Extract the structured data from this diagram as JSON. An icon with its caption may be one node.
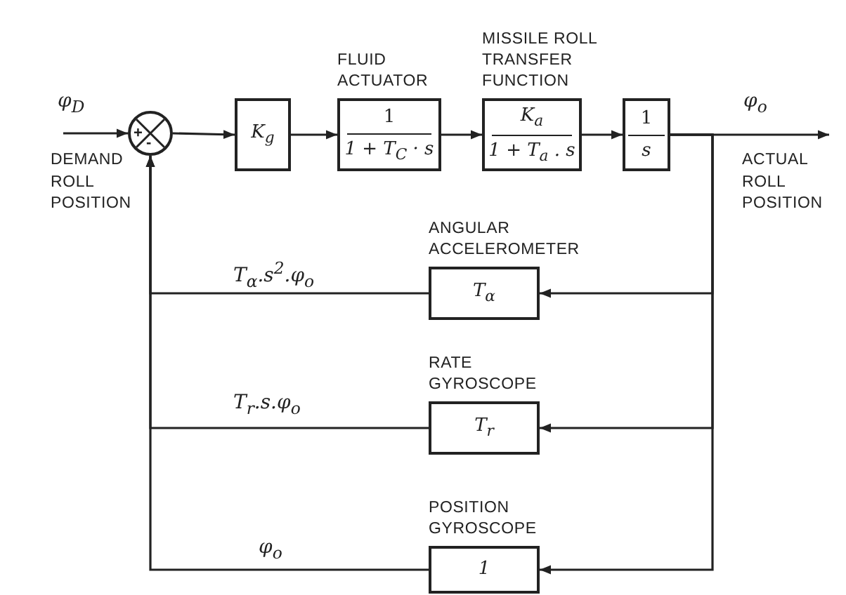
{
  "diagram": {
    "nodes": [
      {
        "text": [
          "+",
          "-"
        ]
      },
      {
        "text": [
          "K$_{g}$"
        ]
      },
      {
        "text": [
          "FLUID ACTUATOR",
          "1",
          "1 + T$_{C}$ · s"
        ]
      },
      {
        "text": [
          "MISSILE ROLL TRANSFER FUNCTION",
          "K$_{a}$",
          "1 + T$_{a}$ . s"
        ]
      },
      {
        "text": [
          "1",
          "s"
        ]
      },
      {
        "text": [
          "ANGULAR ACCELEROMETER",
          "T$_{α}$"
        ]
      },
      {
        "text": [
          "RATE GYROSCOPE",
          "T$_{r}$"
        ]
      },
      {
        "text": [
          "POSITION GYROSCOPE",
          "1"
        ]
      },
      {
        "text": [
          "DEMAND ROLL POSITION"
        ]
      },
      {
        "text": [
          "ACTUAL ROLL POSITION"
        ]
      }
    ],
    "edges": [
      {
        "from": 8,
        "to": 0,
        "arrow": "to",
        "label": "φ$_{D}$"
      },
      {
        "from": 0,
        "to": 1,
        "arrow": "to"
      },
      {
        "from": 1,
        "to": 2,
        "arrow": "to"
      },
      {
        "from": 2,
        "to": 3,
        "arrow": "to"
      },
      {
        "from": 3,
        "to": 4,
        "arrow": "to"
      },
      {
        "from": 4,
        "to": 9,
        "arrow": "to",
        "label": "φ$_{o}$"
      },
      {
        "from": 4,
        "to": 5,
        "arrow": "to"
      },
      {
        "from": 4,
        "to": 6,
        "arrow": "to"
      },
      {
        "from": 4,
        "to": 7,
        "arrow": "to"
      },
      {
        "from": 5,
        "to": 0,
        "arrow": "to",
        "label": "T$_{α}$.s$^{2}$.φ$_{o}$"
      },
      {
        "from": 6,
        "to": 0,
        "arrow": "to",
        "label": "T$_{r}$.s.φ$_{o}$"
      },
      {
        "from": 7,
        "to": 0,
        "arrow": "to",
        "label": "φ$_{o}$"
      }
    ]
  }
}
